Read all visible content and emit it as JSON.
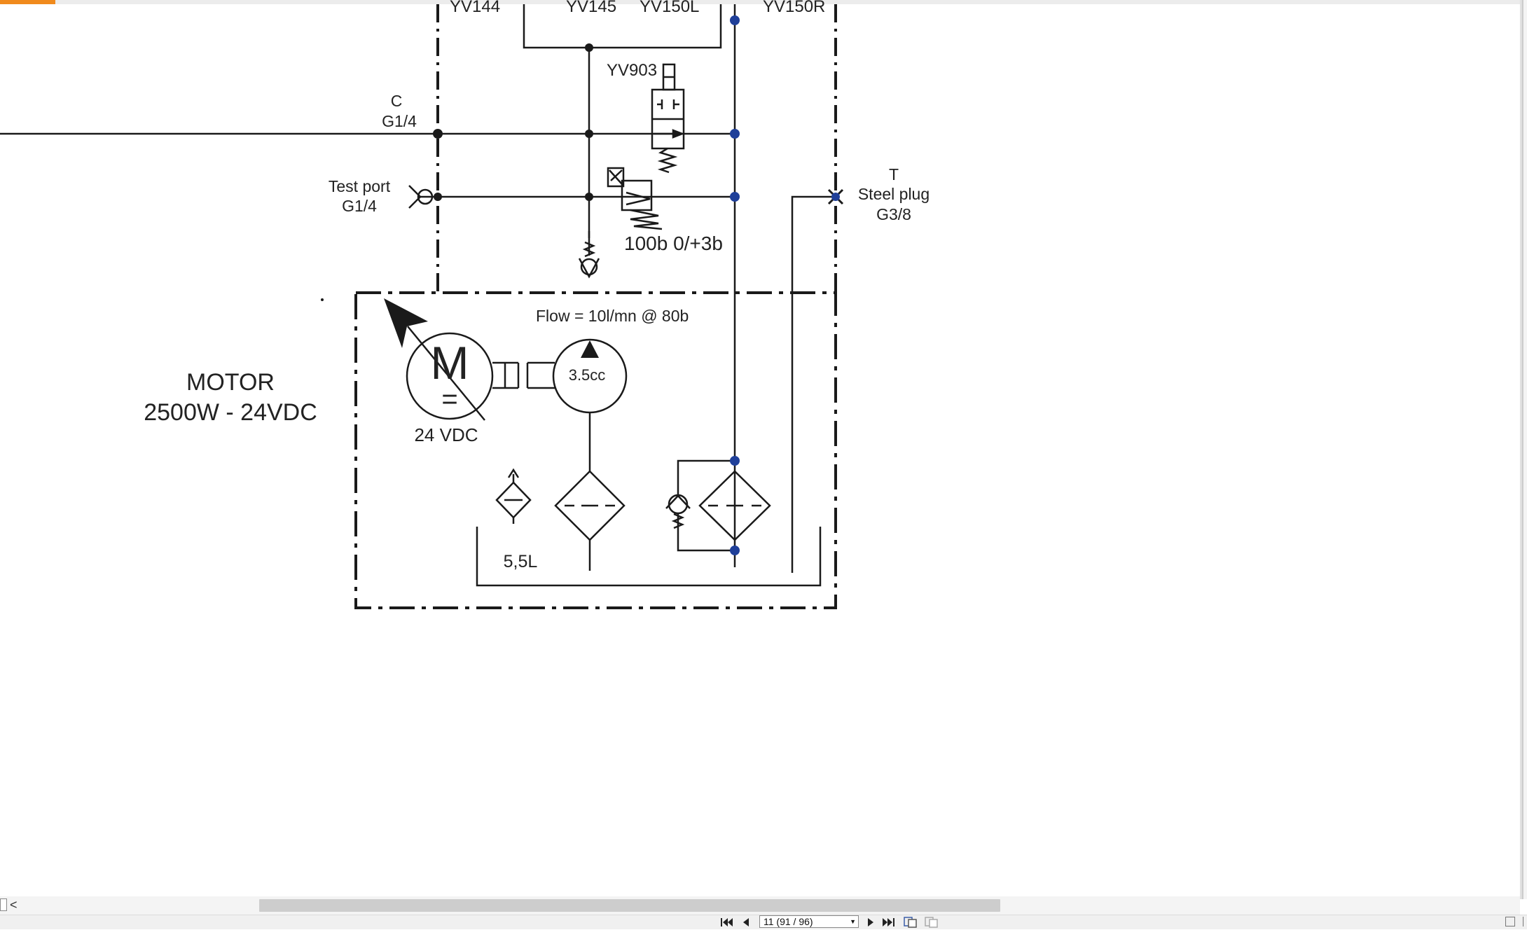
{
  "schematic": {
    "labels": {
      "yv144": "YV144",
      "yv145": "YV145",
      "yv150l": "YV150L",
      "yv150r": "YV150R",
      "yv903": "YV903",
      "port_c": "C",
      "port_c_thread": "G1/4",
      "test_port": "Test port",
      "test_port_thread": "G1/4",
      "tank_t": "T",
      "steel_plug": "Steel plug",
      "steel_plug_thread": "G3/8",
      "relief_setting": "100b 0/+3b",
      "flow": "Flow = 10l/mn @ 80b",
      "motor_title": "MOTOR",
      "motor_spec": "2500W - 24VDC",
      "motor_letter": "M",
      "motor_symbol": "=",
      "motor_voltage": "24 VDC",
      "pump_displacement": "3.5cc",
      "tank_volume": "5,5L"
    },
    "colors": {
      "line": "#1a1a1a",
      "junction_blue": "#1f3f99"
    }
  },
  "viewer": {
    "page_indicator": "11 (91 / 96)",
    "nav": {
      "first_icon": "first-page-icon",
      "prev_icon": "previous-page-icon",
      "next_icon": "next-page-icon",
      "last_icon": "last-page-icon",
      "scroll_left": "<"
    },
    "accent_color": "#f08a1c"
  }
}
